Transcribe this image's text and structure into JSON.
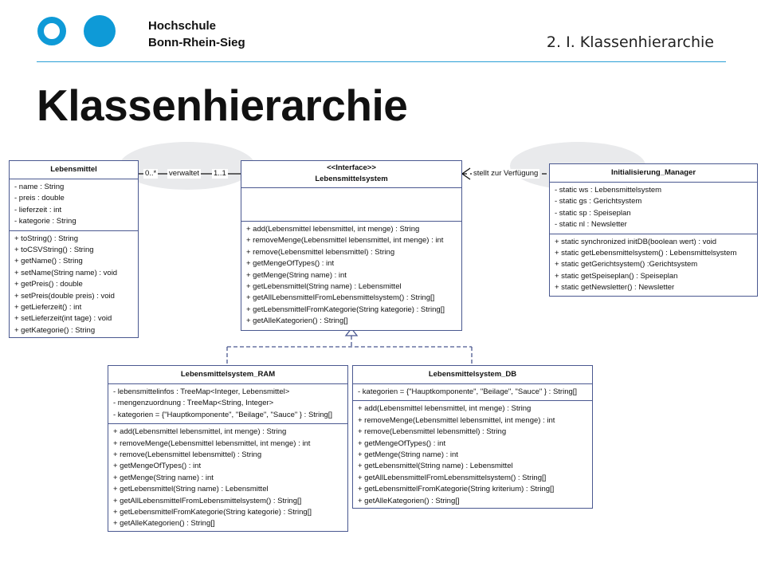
{
  "header": {
    "institution_line1": "Hochschule",
    "institution_line2": "Bonn-Rhein-Sieg",
    "section": "2. I. Klassenhierarchie",
    "logo_color": "#0e9ad7"
  },
  "title": "Klassenhierarchie",
  "diagram": {
    "lebensmittel": {
      "name": "Lebensmittel",
      "attributes": [
        "- name : String",
        "- preis : double",
        "- lieferzeit : int",
        "- kategorie : String"
      ],
      "methods": [
        "+ toString() : String",
        "+ toCSVString() : String",
        "+ getName() : String",
        "+ setName(String name) : void",
        "+ getPreis() : double",
        "+ setPreis(double preis) : void",
        "+ getLieferzeit() : int",
        "+ setLieferzeit(int tage) : void",
        "+ getKategorie() : String"
      ]
    },
    "interface": {
      "stereotype": "<<Interface>>",
      "name": "Lebensmittelsystem",
      "methods": [
        "+ add(Lebensmittel lebensmittel, int menge) : String",
        "+ removeMenge(Lebensmittel lebensmittel, int menge) : int",
        "+ remove(Lebensmittel lebensmittel) : String",
        "+ getMengeOfTypes() : int",
        "+ getMenge(String name) : int",
        "+ getLebensmittel(String name) : Lebensmittel",
        "+ getAllLebensmittelFromLebensmittelsystem() : String[]",
        "+ getLebensmittelFromKategorie(String kategorie) : String[]",
        "+ getAlleKategorien() : String[]"
      ]
    },
    "manager": {
      "name": "Initialisierung_Manager",
      "attributes": [
        "- static ws : Lebensmittelsystem",
        "- static gs : Gerichtsystem",
        "- static  sp : Speiseplan",
        "- static nl : Newsletter"
      ],
      "methods": [
        "+ static synchronized initDB(boolean wert) : void",
        "+ static getLebensmittelsystem() : Lebensmittelsystem",
        "+ static getGerichtsystem() :Gerichtsystem",
        "+ static getSpeiseplan() : Speiseplan",
        "+ static getNewsletter() : Newsletter"
      ]
    },
    "ram": {
      "name": "Lebensmittelsystem_RAM",
      "attributes": [
        "- lebensmittelinfos : TreeMap<Integer, Lebensmittel>",
        "- mengenzuordnung : TreeMap<String, Integer>",
        "- kategorien = {\"Hauptkomponente\", \"Beilage\", \"Sauce\" } : String[]"
      ],
      "methods": [
        "+ add(Lebensmittel lebensmittel, int menge) : String",
        "+ removeMenge(Lebensmittel lebensmittel, int menge) : int",
        "+ remove(Lebensmittel lebensmittel) : String",
        "+ getMengeOfTypes() : int",
        "+ getMenge(String name) : int",
        "+ getLebensmittel(String name) : Lebensmittel",
        "+ getAllLebensmittelFromLebensmittelsystem() : String[]",
        "+ getLebensmittelFromKategorie(String kategorie) : String[]",
        "+ getAlleKategorien() : String[]"
      ]
    },
    "db": {
      "name": "Lebensmittelsystem_DB",
      "attributes": [
        "- kategorien = {\"Hauptkomponente\", \"Beilage\", \"Sauce\" } : String[]"
      ],
      "methods": [
        "+ add(Lebensmittel lebensmittel, int menge) : String",
        "+ removeMenge(Lebensmittel lebensmittel, int menge) : int",
        "+ remove(Lebensmittel lebensmittel) : String",
        "+ getMengeOfTypes() : int",
        "+ getMenge(String name) : int",
        "+ getLebensmittel(String name) : Lebensmittel",
        "+ getAllLebensmittelFromLebensmittelsystem() : String[]",
        "+ getLebensmittelFromKategorie(String kriterium) : String[]",
        "+ getAlleKategorien() : String[]"
      ]
    },
    "relations": {
      "mult_left": "0..*",
      "verb": "verwaltet",
      "mult_right": "1..1",
      "dependency_label": "stellt zur Verfügung"
    }
  }
}
